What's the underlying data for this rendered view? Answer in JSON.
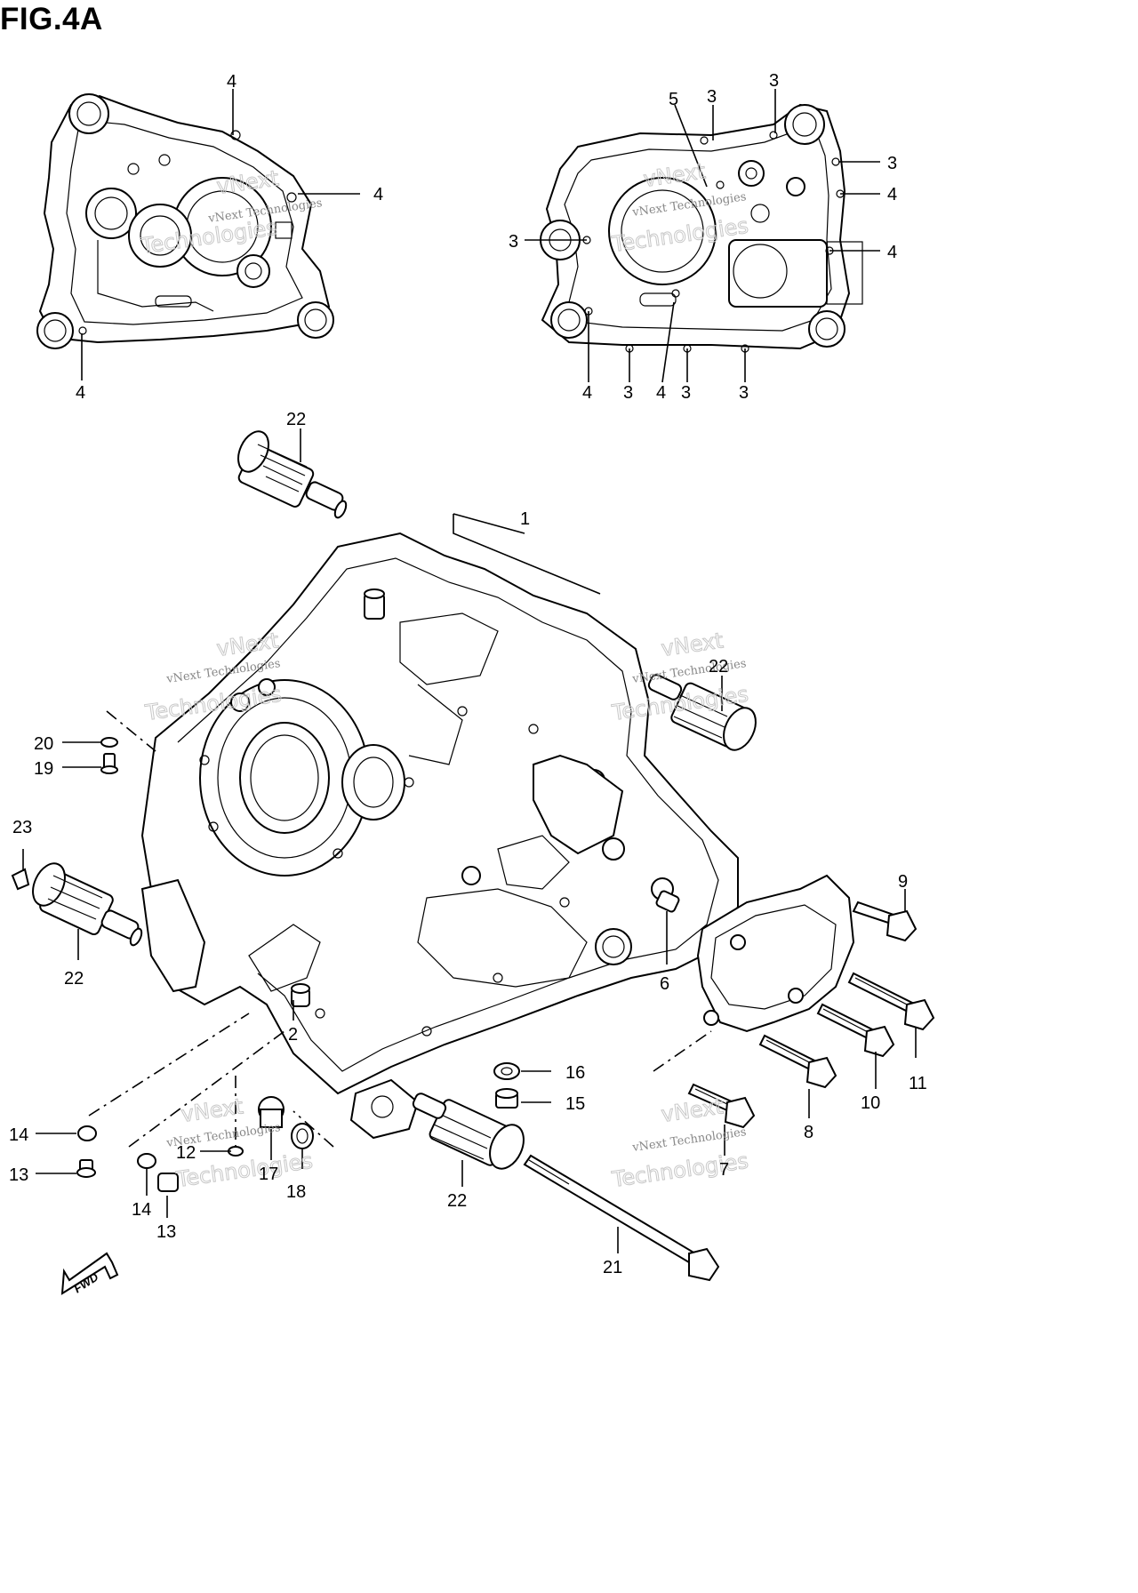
{
  "title": "FIG.4A",
  "watermark": {
    "line1": "vNext Technologies",
    "line2": "Technologies",
    "line3": "vNext"
  },
  "fwd_label": "FWD",
  "callouts": {
    "l_left_top": "4",
    "l_left_right": "4",
    "l_left_bottom": "4",
    "r_5": "5",
    "r_3_top_a": "3",
    "r_3_top_b": "3",
    "r_3_right": "3",
    "r_4_right_a": "4",
    "r_4_right_b": "4",
    "r_3_left": "3",
    "r_b_4a": "4",
    "r_b_3a": "3",
    "r_b_4b": "4",
    "r_b_3b": "3",
    "r_b_3c": "3",
    "p22_top": "22",
    "p1": "1",
    "p22_right": "22",
    "p20": "20",
    "p19": "19",
    "p23": "23",
    "p22_left": "22",
    "p9": "9",
    "p6": "6",
    "p2": "2",
    "p11": "11",
    "p10": "10",
    "p8": "8",
    "p16": "16",
    "p15": "15",
    "p7": "7",
    "p14_left": "14",
    "p13_left": "13",
    "p12": "12",
    "p17": "17",
    "p18": "18",
    "p14_lower": "14",
    "p13_lower": "13",
    "p22_bottom": "22",
    "p21": "21"
  }
}
